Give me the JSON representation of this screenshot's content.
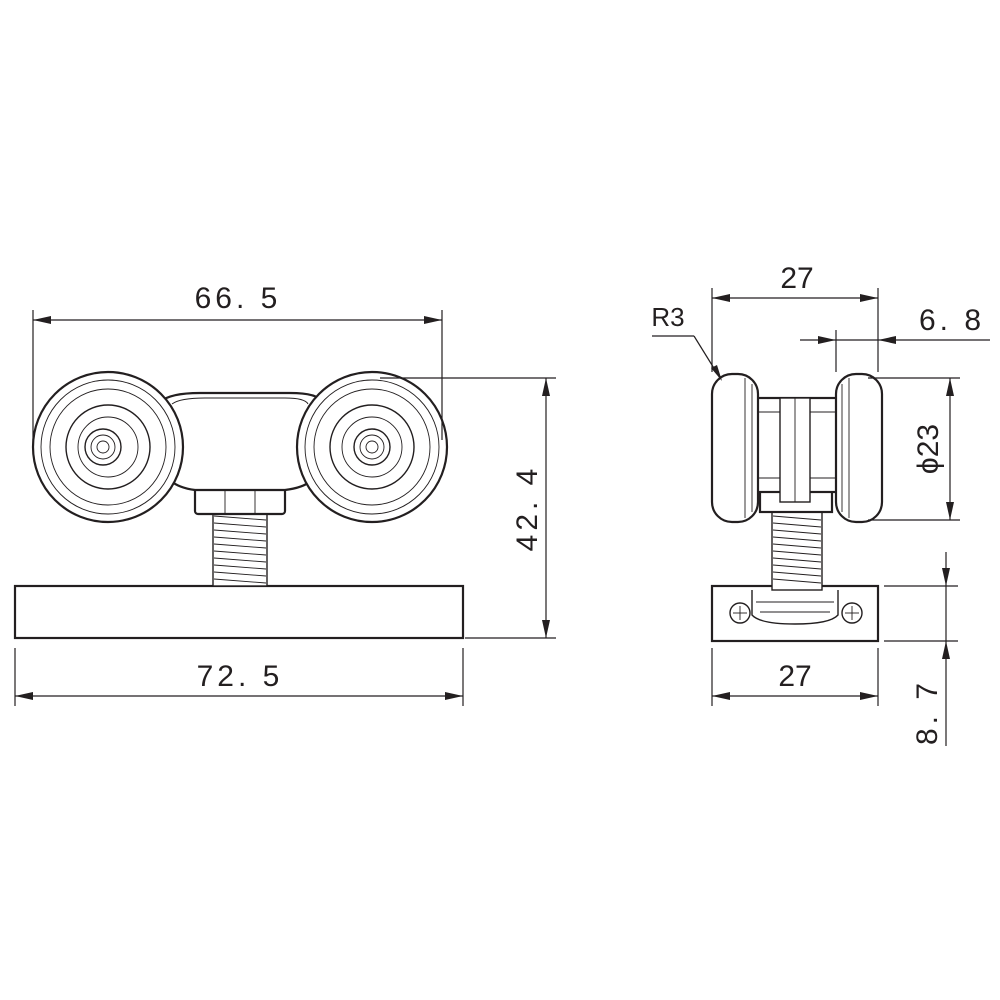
{
  "dimensions": {
    "front_top_width": "66. 5",
    "front_height": "42. 4",
    "front_base_width": "72. 5",
    "side_top_width": "27",
    "side_offset": "6. 8",
    "side_radius": "R3",
    "side_wheel_diameter": "ϕ23",
    "side_base_width": "27",
    "side_base_height": "8. 7"
  }
}
